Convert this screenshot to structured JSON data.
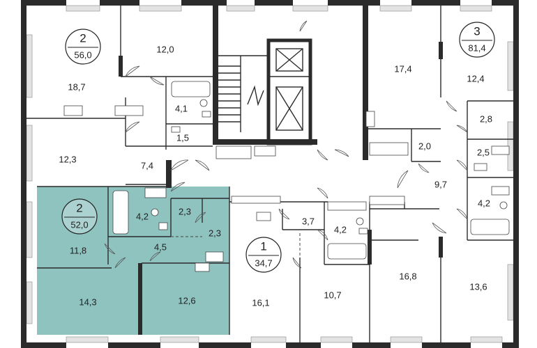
{
  "apartments": [
    {
      "id": "apt-nw",
      "rooms": "2",
      "area": "56,0"
    },
    {
      "id": "apt-ne",
      "rooms": "3",
      "area": "81,4"
    },
    {
      "id": "apt-sw",
      "rooms": "2",
      "area": "52,0"
    },
    {
      "id": "apt-center",
      "rooms": "1",
      "area": "34,7"
    }
  ],
  "rooms": [
    "18,7",
    "12,0",
    "4,1",
    "1,5",
    "12,3",
    "7,4",
    "17,4",
    "12,4",
    "2,8",
    "2,0",
    "2,5",
    "9,7",
    "4,2",
    "4,2",
    "2,3",
    "2,3",
    "11,8",
    "4,5",
    "14,3",
    "12,6",
    "3,7",
    "4,2",
    "16,1",
    "10,7",
    "16,8",
    "13,6"
  ],
  "colors": {
    "highlight": "#8fc3c0",
    "wall": "#2b2b2b",
    "background": "#ffffff"
  }
}
